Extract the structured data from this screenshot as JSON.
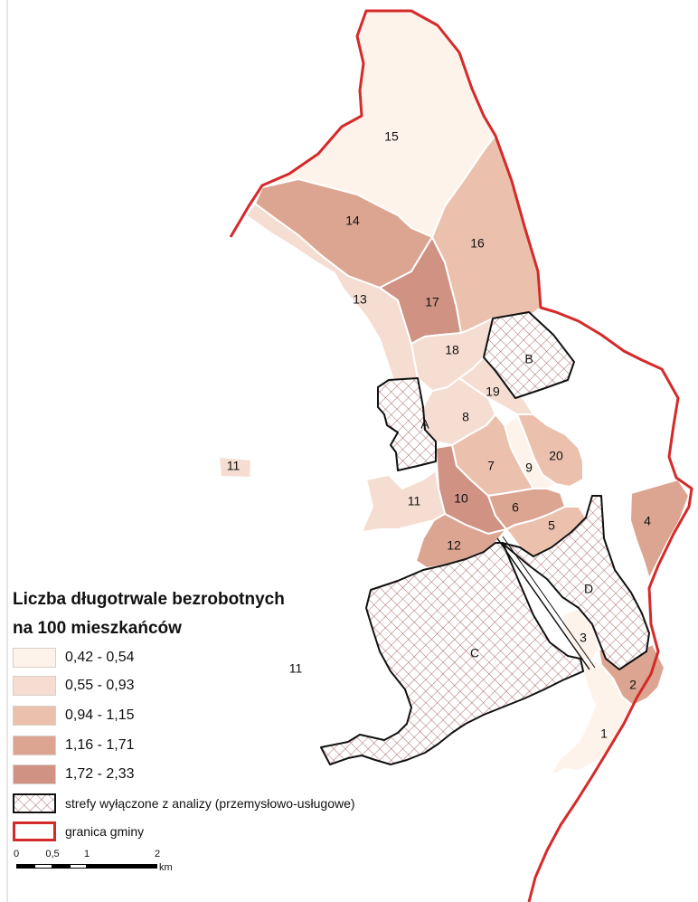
{
  "legend": {
    "title_line1": "Liczba długotrwale bezrobotnych",
    "title_line2": "na 100 mieszkańców",
    "classes": [
      {
        "label": "0,42 - 0,54",
        "color": "#fdf3ea"
      },
      {
        "label": "0,55 - 0,93",
        "color": "#f5ddd1"
      },
      {
        "label": "0,94 - 1,15",
        "color": "#ebc1ae"
      },
      {
        "label": "1,16 - 1,71",
        "color": "#dca591"
      },
      {
        "label": "1,72 - 2,33",
        "color": "#cf9283"
      }
    ],
    "excluded_label": "strefy wyłączone z analizy (przemysłowo-usługowe)",
    "boundary_label": "granica gminy"
  },
  "scalebar": {
    "ticks": [
      "0",
      "0,5",
      "1",
      "2"
    ],
    "unit": "km"
  },
  "zones": {
    "z1": "1",
    "z2": "2",
    "z3": "3",
    "z4": "4",
    "z5": "5",
    "z6": "6",
    "z7": "7",
    "z8": "8",
    "z9": "9",
    "z10": "10",
    "z11": "11",
    "z12": "12",
    "z13": "13",
    "z14": "14",
    "z15": "15",
    "z16": "16",
    "z17": "17",
    "z18": "18",
    "z19": "19",
    "z20": "20",
    "zA": "A",
    "zB": "B",
    "zC": "C",
    "zD": "D"
  },
  "colors": {
    "boundary": "#d42a2a",
    "hatch": "#a05a5a",
    "outline": "#111111"
  }
}
